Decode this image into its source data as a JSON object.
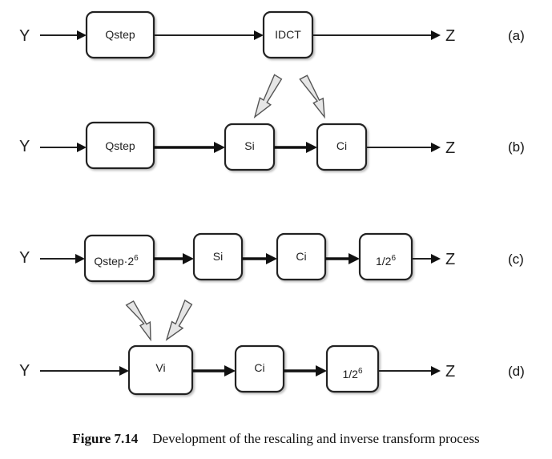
{
  "io": {
    "input": "Y",
    "output": "Z"
  },
  "rows": [
    {
      "label": "(a)",
      "blocks": [
        {
          "text": "Qstep"
        },
        {
          "text": "IDCT"
        }
      ]
    },
    {
      "label": "(b)",
      "blocks": [
        {
          "text": "Qstep"
        },
        {
          "text": "Si"
        },
        {
          "text": "Ci"
        }
      ]
    },
    {
      "label": "(c)",
      "blocks": [
        {
          "text": "Qstep·2",
          "sup": "6"
        },
        {
          "text": "Si"
        },
        {
          "text": "Ci"
        },
        {
          "text": "1/2",
          "sup": "6"
        }
      ]
    },
    {
      "label": "(d)",
      "blocks": [
        {
          "text": "Vi"
        },
        {
          "text": "Ci"
        },
        {
          "text": "1/2",
          "sup": "6"
        }
      ]
    }
  ],
  "caption": {
    "number": "Figure 7.14",
    "text": "Development of the rescaling and inverse transform process"
  }
}
